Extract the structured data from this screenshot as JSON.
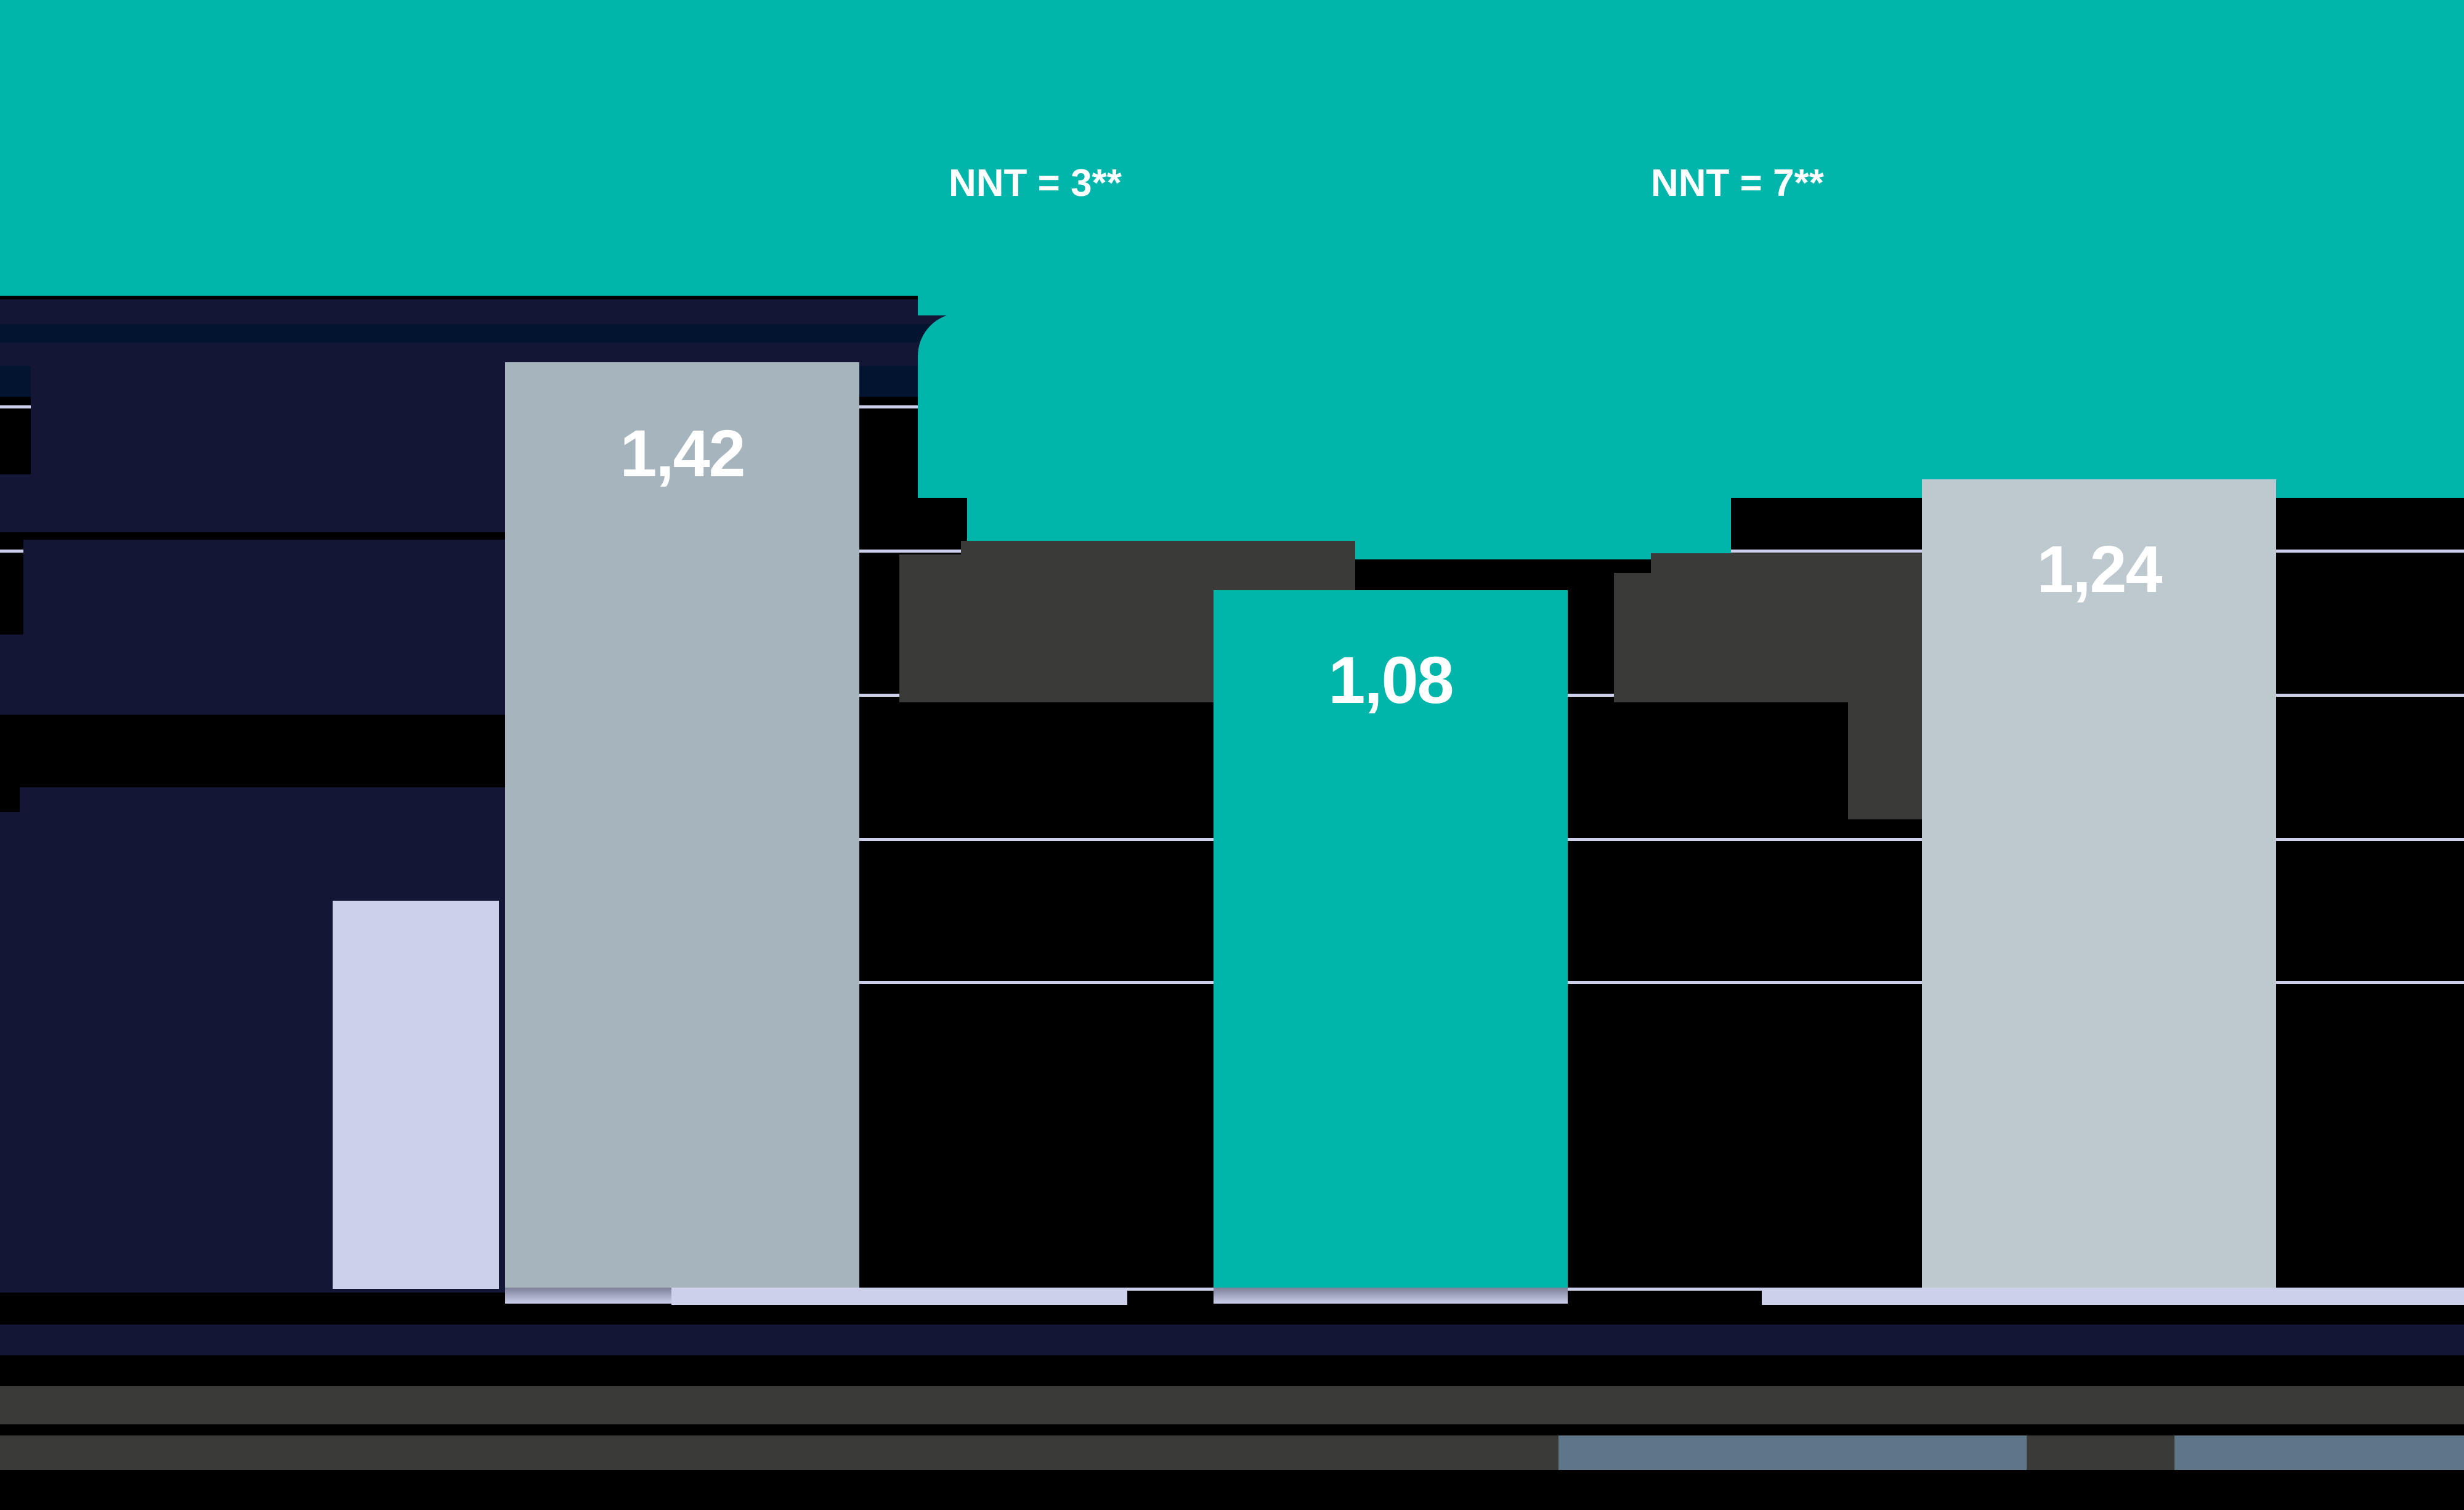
{
  "chart_data": {
    "type": "bar",
    "title": "",
    "subtitle": "",
    "xlabel": "",
    "ylabel": "",
    "grid": true,
    "legend_position": "bottom",
    "categories": [
      "",
      "",
      ""
    ],
    "series": [
      {
        "name": "",
        "values": [
          1.42,
          1.08,
          1.24
        ],
        "value_labels": [
          "1,42",
          "1,08",
          "1,24"
        ],
        "colors": [
          "#a6b5bd",
          "#00b6ab",
          "#bdc9ce"
        ]
      }
    ],
    "annotations": [
      {
        "text": "NNT = 3**",
        "color": "#ffffff"
      },
      {
        "text": "NNT = 7**",
        "color": "#ffffff"
      }
    ],
    "gridline_count": 6,
    "axis_baseline_y": 2093
  },
  "banner": {
    "nnt_1": "NNT = 3**",
    "nnt_2": "NNT = 7**"
  },
  "bars": {
    "bar_1_label": "1,42",
    "bar_2_label": "1,08",
    "bar_3_label": "1,24"
  },
  "colors": {
    "brand_teal": "#00b6ab",
    "bar_gray_blue": "#a6b5bd",
    "bar_light_gray": "#bdc9ce",
    "bar_lavender": "#ccd0ea",
    "gridline": "#ccd0ea",
    "dark_navy": "#131634",
    "deep_navy": "#021430",
    "charcoal": "#3a3a38",
    "slate": "#5f7688",
    "background": "#000000",
    "text_white": "#ffffff"
  }
}
